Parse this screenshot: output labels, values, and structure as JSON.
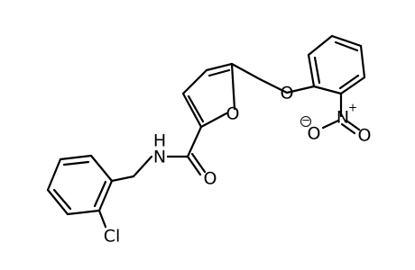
{
  "atoms": {
    "n_amide": "N",
    "h_amide": "H",
    "o_carbonyl": "O",
    "o_furan": "O",
    "o_ether": "O",
    "n_nitro": "N",
    "o_nitro_1": "O",
    "o_nitro_2": "O",
    "cl": "Cl"
  },
  "charges": {
    "nitro_n_plus": "+",
    "nitro_o_minus": "−"
  }
}
